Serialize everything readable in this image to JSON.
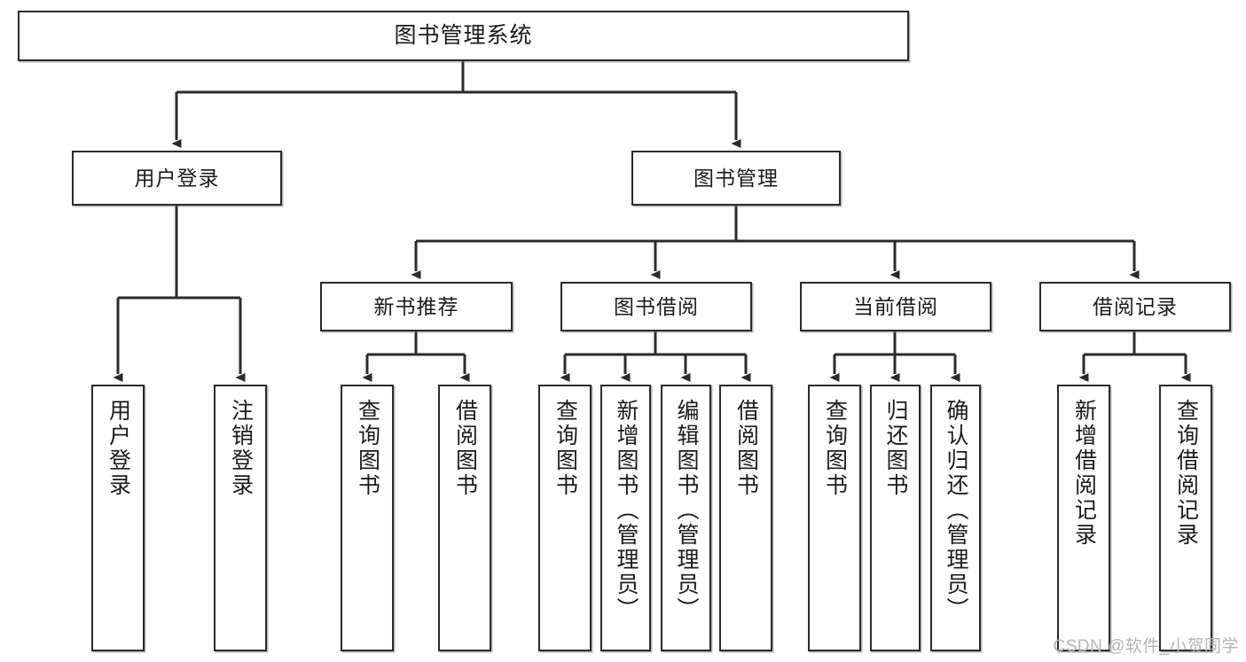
{
  "diagram": {
    "title": "图书管理系统",
    "type": "hierarchy-tree",
    "orientation": "top-down",
    "colors": {
      "node_border": "#2b2b2b",
      "node_fill": "#ffffff",
      "edge": "#2b2b2b",
      "text": "#1b1b1b",
      "watermark": "#b4b4b4",
      "background": "#ffffff"
    }
  },
  "watermark": {
    "text": "CSDN @软件_小贺同学"
  },
  "nodes": {
    "root": {
      "label": "图书管理系统"
    },
    "tier2": [
      {
        "id": "user-login",
        "label": "用户登录"
      },
      {
        "id": "book-management",
        "label": "图书管理"
      }
    ],
    "tier3": [
      {
        "id": "new-book-recommend",
        "label": "新书推荐"
      },
      {
        "id": "book-borrow",
        "label": "图书借阅"
      },
      {
        "id": "current-borrow",
        "label": "当前借阅"
      },
      {
        "id": "borrow-record",
        "label": "借阅记录"
      }
    ],
    "leaves": [
      {
        "id": "leaf-user-login",
        "label": "用户登录",
        "parent": "user-login"
      },
      {
        "id": "leaf-logout-login",
        "label": "注销登录",
        "parent": "user-login"
      },
      {
        "id": "leaf-query-book-1",
        "label": "查询图书",
        "parent": "new-book-recommend"
      },
      {
        "id": "leaf-borrow-book-1",
        "label": "借阅图书",
        "parent": "new-book-recommend"
      },
      {
        "id": "leaf-query-book-2",
        "label": "查询图书",
        "parent": "book-borrow"
      },
      {
        "id": "leaf-add-book",
        "label": "新增图书（管理员）",
        "parent": "book-borrow"
      },
      {
        "id": "leaf-edit-book",
        "label": "编辑图书（管理员）",
        "parent": "book-borrow"
      },
      {
        "id": "leaf-borrow-book-2",
        "label": "借阅图书",
        "parent": "book-borrow"
      },
      {
        "id": "leaf-query-book-3",
        "label": "查询图书",
        "parent": "current-borrow"
      },
      {
        "id": "leaf-return-book",
        "label": "归还图书",
        "parent": "current-borrow"
      },
      {
        "id": "leaf-confirm-return",
        "label": "确认归还（管理员）",
        "parent": "current-borrow"
      },
      {
        "id": "leaf-add-record",
        "label": "新增借阅记录",
        "parent": "borrow-record"
      },
      {
        "id": "leaf-query-record",
        "label": "查询借阅记录",
        "parent": "borrow-record"
      }
    ]
  }
}
